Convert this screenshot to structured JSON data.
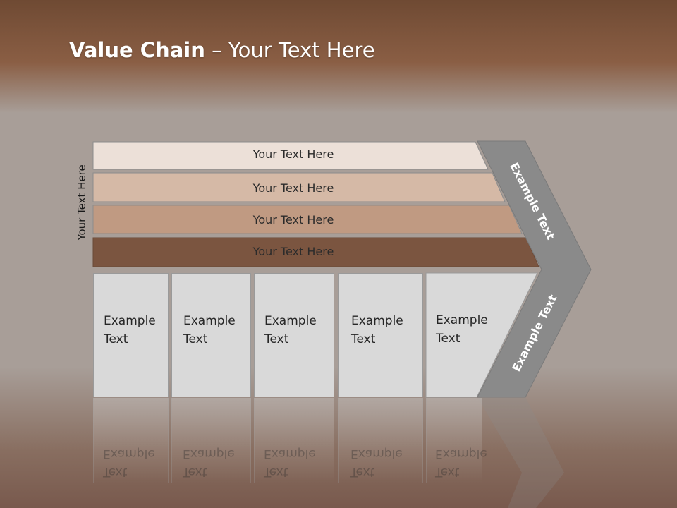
{
  "title": {
    "bold": "Value Chain",
    "rest": " – Your Text Here"
  },
  "side_label": "Your Text Here",
  "rows": [
    {
      "label": "Your Text Here",
      "color": "#ece0d8"
    },
    {
      "label": "Your Text Here",
      "color": "#d5b9a6"
    },
    {
      "label": "Your Text Here",
      "color": "#c09a82"
    },
    {
      "label": "Your Text Here",
      "color": "#7b5540"
    }
  ],
  "boxes": [
    {
      "line1": "Example",
      "line2": "Text"
    },
    {
      "line1": "Example",
      "line2": "Text"
    },
    {
      "line1": "Example",
      "line2": "Text"
    },
    {
      "line1": "Example",
      "line2": "Text"
    },
    {
      "line1": "Example",
      "line2": "Text"
    }
  ],
  "chevron": {
    "upper_label": "Example Text",
    "lower_label": "Example Text",
    "color": "#8a8a8a"
  }
}
